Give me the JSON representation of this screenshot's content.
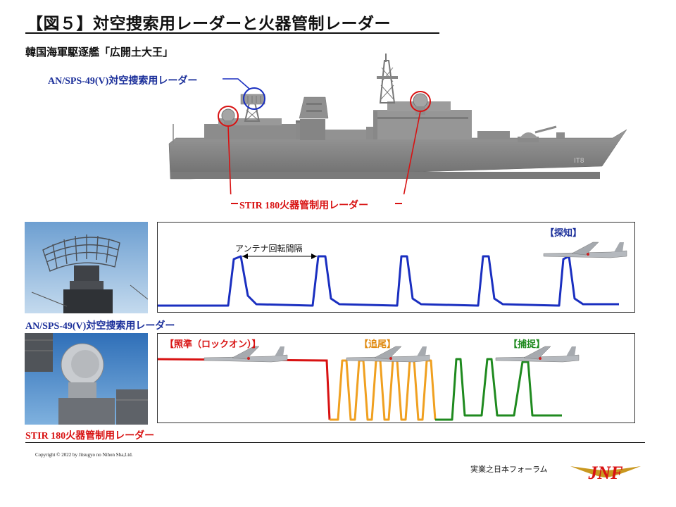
{
  "title": "【図５】対空捜索用レーダーと火器管制レーダー",
  "subtitle": "韓国海軍駆逐艦「広開土大王」",
  "ship_labels": {
    "air_search": "AN/SPS-49(V)対空捜索用レーダー",
    "fire_control": "STIR 180火器管制用レーダー"
  },
  "panel1": {
    "interval_label": "アンテナ回転間隔",
    "detect_label": "【探知】",
    "caption": "AN/SPS-49(V)対空捜索用レーダー"
  },
  "panel2": {
    "illumination_label": "【照準（ロックオン）】",
    "tracking_label": "【追尾】",
    "acquisition_label": "【捕捉】",
    "caption": "STIR 180火器管制用レーダー"
  },
  "colors": {
    "search_signal": "#1a2fc0",
    "illumination_signal": "#d81212",
    "tracking_signal": "#f0a020",
    "acquisition_signal": "#1f8a1f",
    "label_blue": "#1b2f9a",
    "label_red": "#d81212",
    "label_green": "#1f8a1f"
  },
  "footer": {
    "copyright": "Copyright © 2022 by Jitsugyo no Nihon Sha,Ltd.",
    "publisher": "実業之日本フォーラム",
    "logo_text": "JNF"
  }
}
